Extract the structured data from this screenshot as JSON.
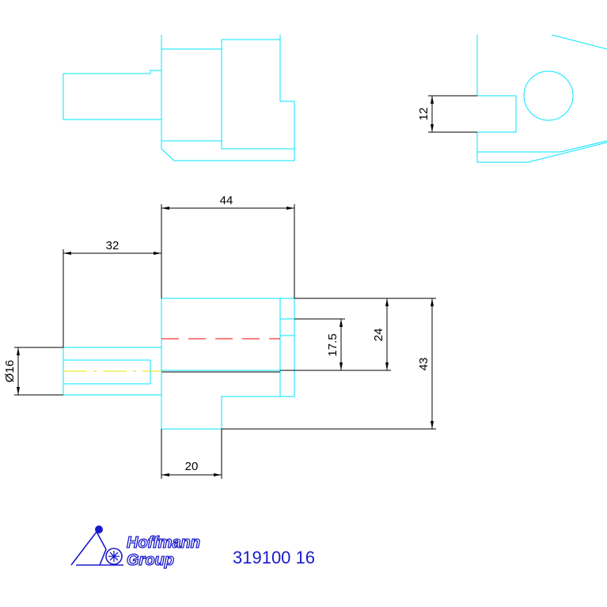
{
  "dimensions": {
    "d44": "44",
    "d32": "32",
    "d12": "12",
    "d16": "Ø16",
    "d17_5": "17.5",
    "d24": "24",
    "d43": "43",
    "d20": "20"
  },
  "logo": {
    "line1": "Hoffmann",
    "line2": "Group"
  },
  "part_number": "319100 16",
  "colors": {
    "geometry": "#00e5ff",
    "dimension": "#000000",
    "hidden_line": "#ff0000",
    "center_line": "#e6e600",
    "brand": "#1a1acc"
  }
}
